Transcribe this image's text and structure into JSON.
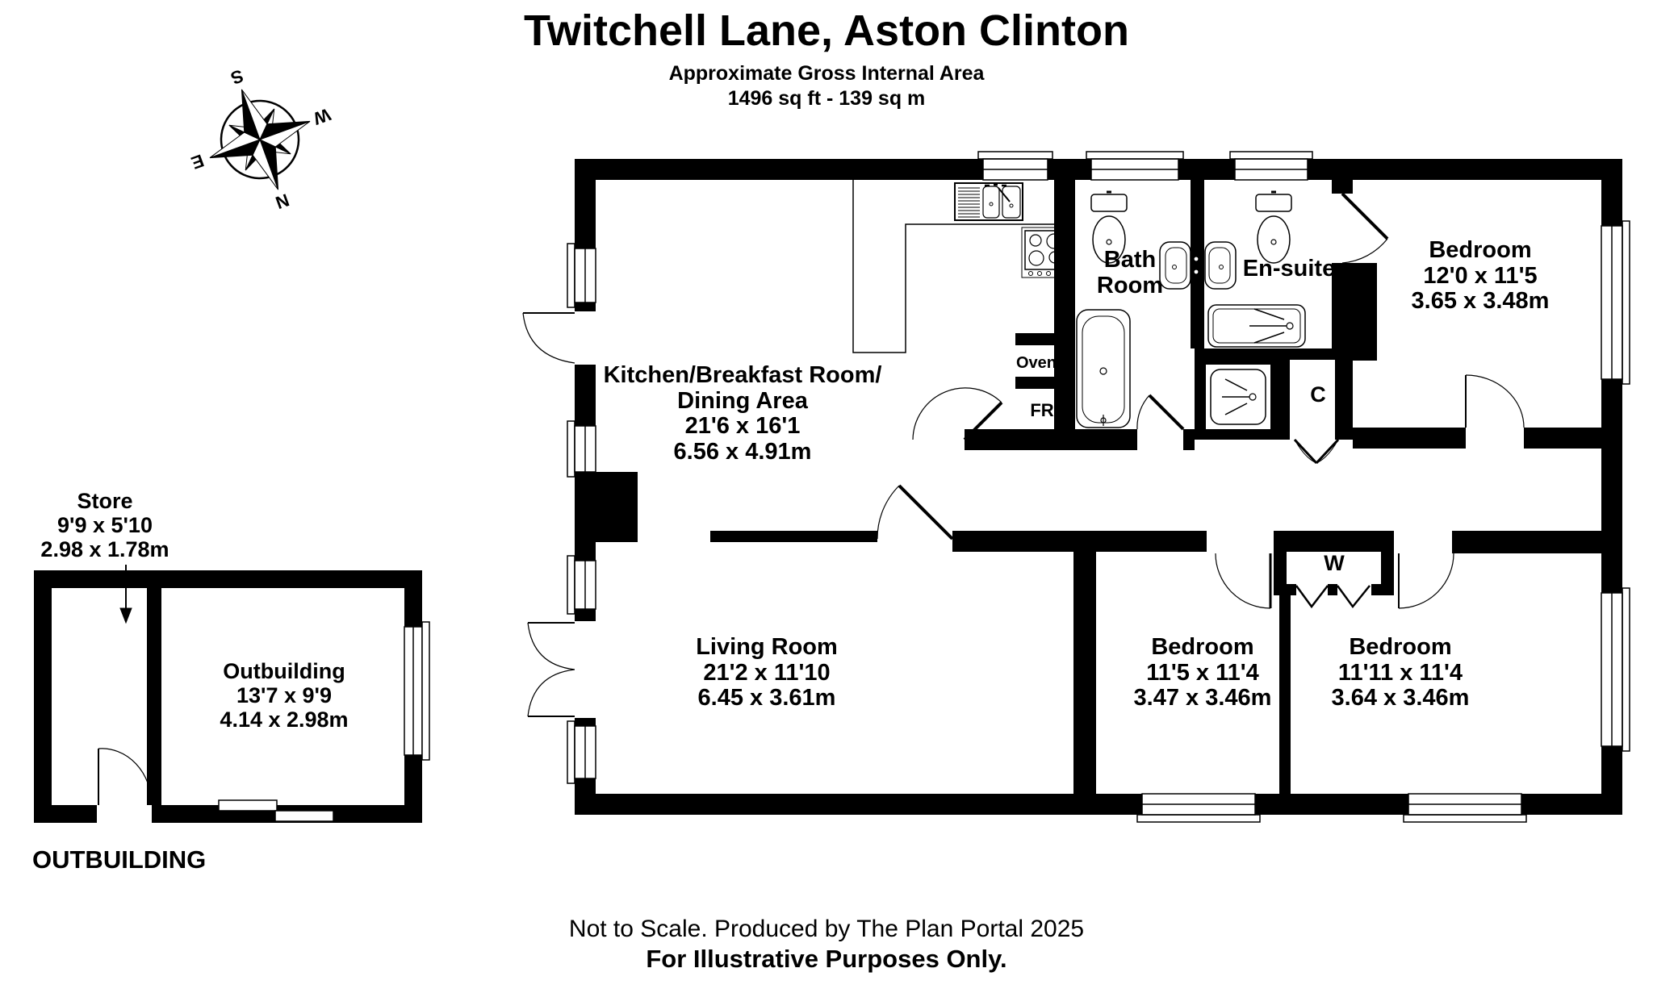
{
  "title": {
    "line1": "Twitchell Lane, Aston Clinton",
    "line2": "Approximate Gross Internal Area",
    "line3": "1496 sq ft - 139 sq m"
  },
  "rooms": {
    "kitchen": {
      "name1": "Kitchen/Breakfast Room/",
      "name2": "Dining Area",
      "imperial": "21'6 x 16'1",
      "metric": "6.56 x 4.91m"
    },
    "living": {
      "name": "Living Room",
      "imperial": "21'2 x 11'10",
      "metric": "6.45 x 3.61m"
    },
    "bed_top": {
      "name": "Bedroom",
      "imperial": "12'0 x 11'5",
      "metric": "3.65 x 3.48m"
    },
    "bed_mid": {
      "name": "Bedroom",
      "imperial": "11'5 x 11'4",
      "metric": "3.47 x 3.46m"
    },
    "bed_right": {
      "name": "Bedroom",
      "imperial": "11'11 x 11'4",
      "metric": "3.64 x 3.46m"
    },
    "bath": {
      "line1": "Bath",
      "line2": "Room"
    },
    "ensuite": {
      "name": "En-suite"
    },
    "store": {
      "name": "Store",
      "imperial": "9'9 x 5'10",
      "metric": "2.98 x 1.78m"
    },
    "outbuilding": {
      "name": "Outbuilding",
      "imperial": "13'7 x 9'9",
      "metric": "4.14 x 2.98m"
    }
  },
  "fixtures": {
    "oven": "Oven",
    "fridge": "FR",
    "cupboard": "C",
    "wardrobe": "W"
  },
  "captions": {
    "outbuilding_section": "OUTBUILDING"
  },
  "compass": {
    "n": "N",
    "e": "E",
    "s": "S",
    "w": "W"
  },
  "footer": {
    "line1": "Not to Scale. Produced by The Plan Portal 2025",
    "line2": "For Illustrative Purposes Only."
  },
  "colors": {
    "wall": "#000000",
    "background": "#ffffff"
  }
}
